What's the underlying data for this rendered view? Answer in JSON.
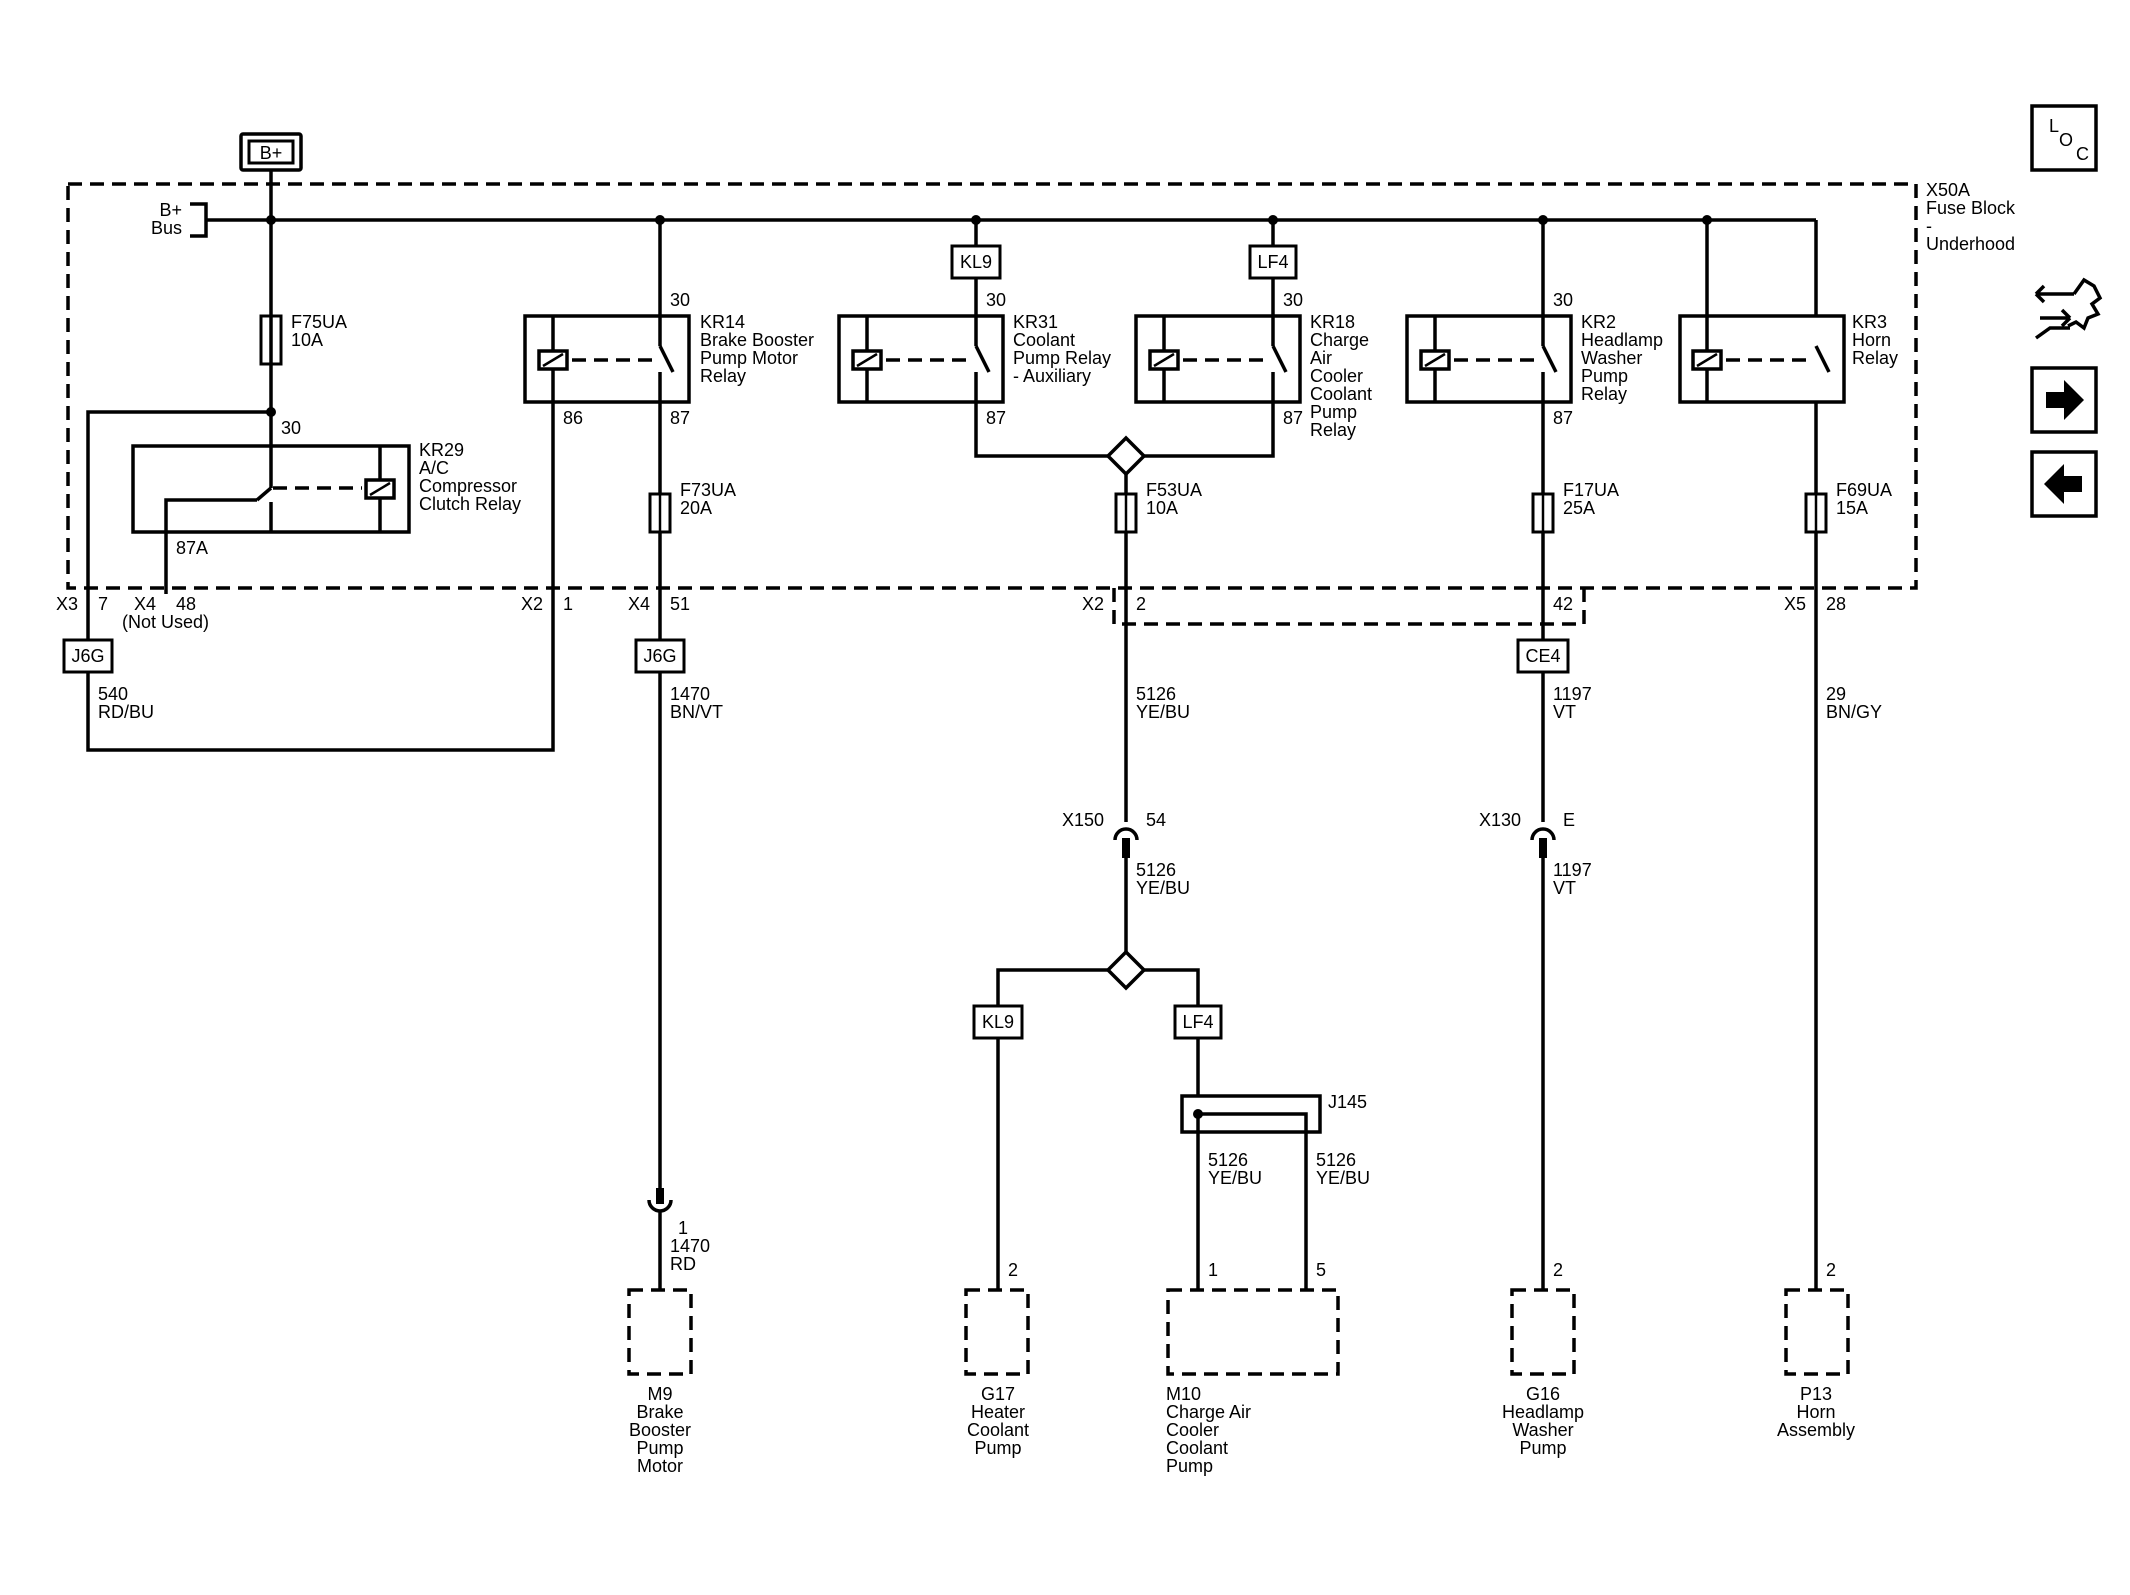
{
  "supply": {
    "label": "B+",
    "bus_label": [
      "B+",
      "Bus"
    ]
  },
  "fuse_block": {
    "label": [
      "X50A",
      "Fuse Block",
      "-",
      "Underhood"
    ]
  },
  "nav": {
    "loc": [
      "L",
      "O",
      "C"
    ]
  },
  "relays": {
    "kr14": {
      "label": [
        "KR14",
        "Brake Booster",
        "Pump Motor",
        "Relay"
      ],
      "pin_in": "30",
      "pin_coil": "86",
      "pin_out": "87"
    },
    "kr31": {
      "label": [
        "KR31",
        "Coolant",
        "Pump Relay",
        "- Auxiliary"
      ],
      "pin_in": "30",
      "pin_out": "87"
    },
    "kr18": {
      "label": [
        "KR18",
        "Charge",
        "Air",
        "Cooler",
        "Coolant",
        "Pump",
        "Relay"
      ],
      "pin_in": "30",
      "pin_out": "87"
    },
    "kr2": {
      "label": [
        "KR2",
        "Headlamp",
        "Washer",
        "Pump",
        "Relay"
      ],
      "pin_in": "30",
      "pin_out": "87"
    },
    "kr3": {
      "label": [
        "KR3",
        "Horn",
        "Relay"
      ]
    },
    "kr29": {
      "label": [
        "KR29",
        "A/C",
        "Compressor",
        "Clutch Relay"
      ],
      "pin_in": "30",
      "pin_nc": "87A"
    }
  },
  "fuses": {
    "f75": [
      "F75UA",
      "10A"
    ],
    "f73": [
      "F73UA",
      "20A"
    ],
    "f53": [
      "F53UA",
      "10A"
    ],
    "f17": [
      "F17UA",
      "25A"
    ],
    "f69": [
      "F69UA",
      "15A"
    ]
  },
  "options": {
    "kl9": "KL9",
    "lf4": "LF4"
  },
  "connectors": {
    "x3": "X3",
    "x3_pin": "7",
    "x4a": "X4",
    "x4a_pin": "48",
    "not_used": "(Not Used)",
    "x2a": "X2",
    "x2a_pin": "1",
    "x4b": "X4",
    "x4b_pin": "51",
    "x2b": "X2",
    "x2b_pin": "2",
    "x2c_pin": "42",
    "x5": "X5",
    "x5_pin": "28",
    "x150": "X150",
    "x150_pin": "54",
    "x130": "X130",
    "x130_pin": "E",
    "m9_pin": "1"
  },
  "splices": {
    "j6g_a": "J6G",
    "j6g_b": "J6G",
    "ce4": "CE4",
    "j145": "J145"
  },
  "wires": {
    "w540": [
      "540",
      "RD/BU"
    ],
    "w1470a": [
      "1470",
      "BN/VT"
    ],
    "w1470b": [
      "1470",
      "RD"
    ],
    "w5126a": [
      "5126",
      "YE/BU"
    ],
    "w5126b": [
      "5126",
      "YE/BU"
    ],
    "w5126c": [
      "5126",
      "YE/BU"
    ],
    "w5126d": [
      "5126",
      "YE/BU"
    ],
    "w1197a": [
      "1197",
      "VT"
    ],
    "w1197b": [
      "1197",
      "VT"
    ],
    "w29": [
      "29",
      "BN/GY"
    ]
  },
  "components": {
    "m9": [
      "M9",
      "Brake",
      "Booster",
      "Pump",
      "Motor"
    ],
    "g17": [
      "G17",
      "Heater",
      "Coolant",
      "Pump"
    ],
    "g17_pin": "2",
    "m10": [
      "M10",
      "Charge Air",
      "Cooler",
      "Coolant",
      "Pump"
    ],
    "m10_pin1": "1",
    "m10_pin5": "5",
    "g16": [
      "G16",
      "Headlamp",
      "Washer",
      "Pump"
    ],
    "g16_pin": "2",
    "p13": [
      "P13",
      "Horn",
      "Assembly"
    ],
    "p13_pin": "2"
  }
}
